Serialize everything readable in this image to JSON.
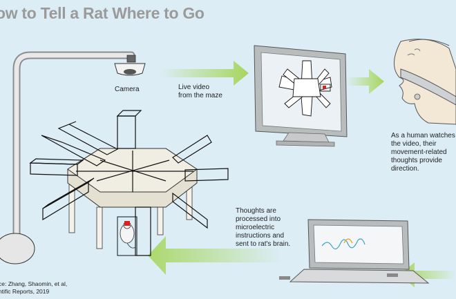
{
  "title": "ow to Tell a Rat Where to Go",
  "labels": {
    "camera": "Camera",
    "live_video": [
      "Live video",
      "from the maze"
    ],
    "human": [
      "As a human watches",
      "the video, their",
      "movement-related",
      "thoughts provide",
      "direction."
    ],
    "thoughts": [
      "Thoughts are",
      "processed into",
      "microelectric",
      "instructions and",
      "sent to rat's brain."
    ],
    "source": [
      "ce: Zhang, Shaomin, et al,",
      "ntific Reports, 2019"
    ]
  },
  "colors": {
    "background": "#dcedf6",
    "arrow": "#a6d65c",
    "maze_top": "#f0ede2",
    "monitor": "#b9bcbd",
    "ink": "#1e1e1e",
    "title": "#9a9a9a"
  },
  "icons": [
    "camera-icon",
    "maze-icon",
    "monitor-icon",
    "human-head-icon",
    "laptop-icon",
    "rat-icon",
    "arrow-icon"
  ]
}
